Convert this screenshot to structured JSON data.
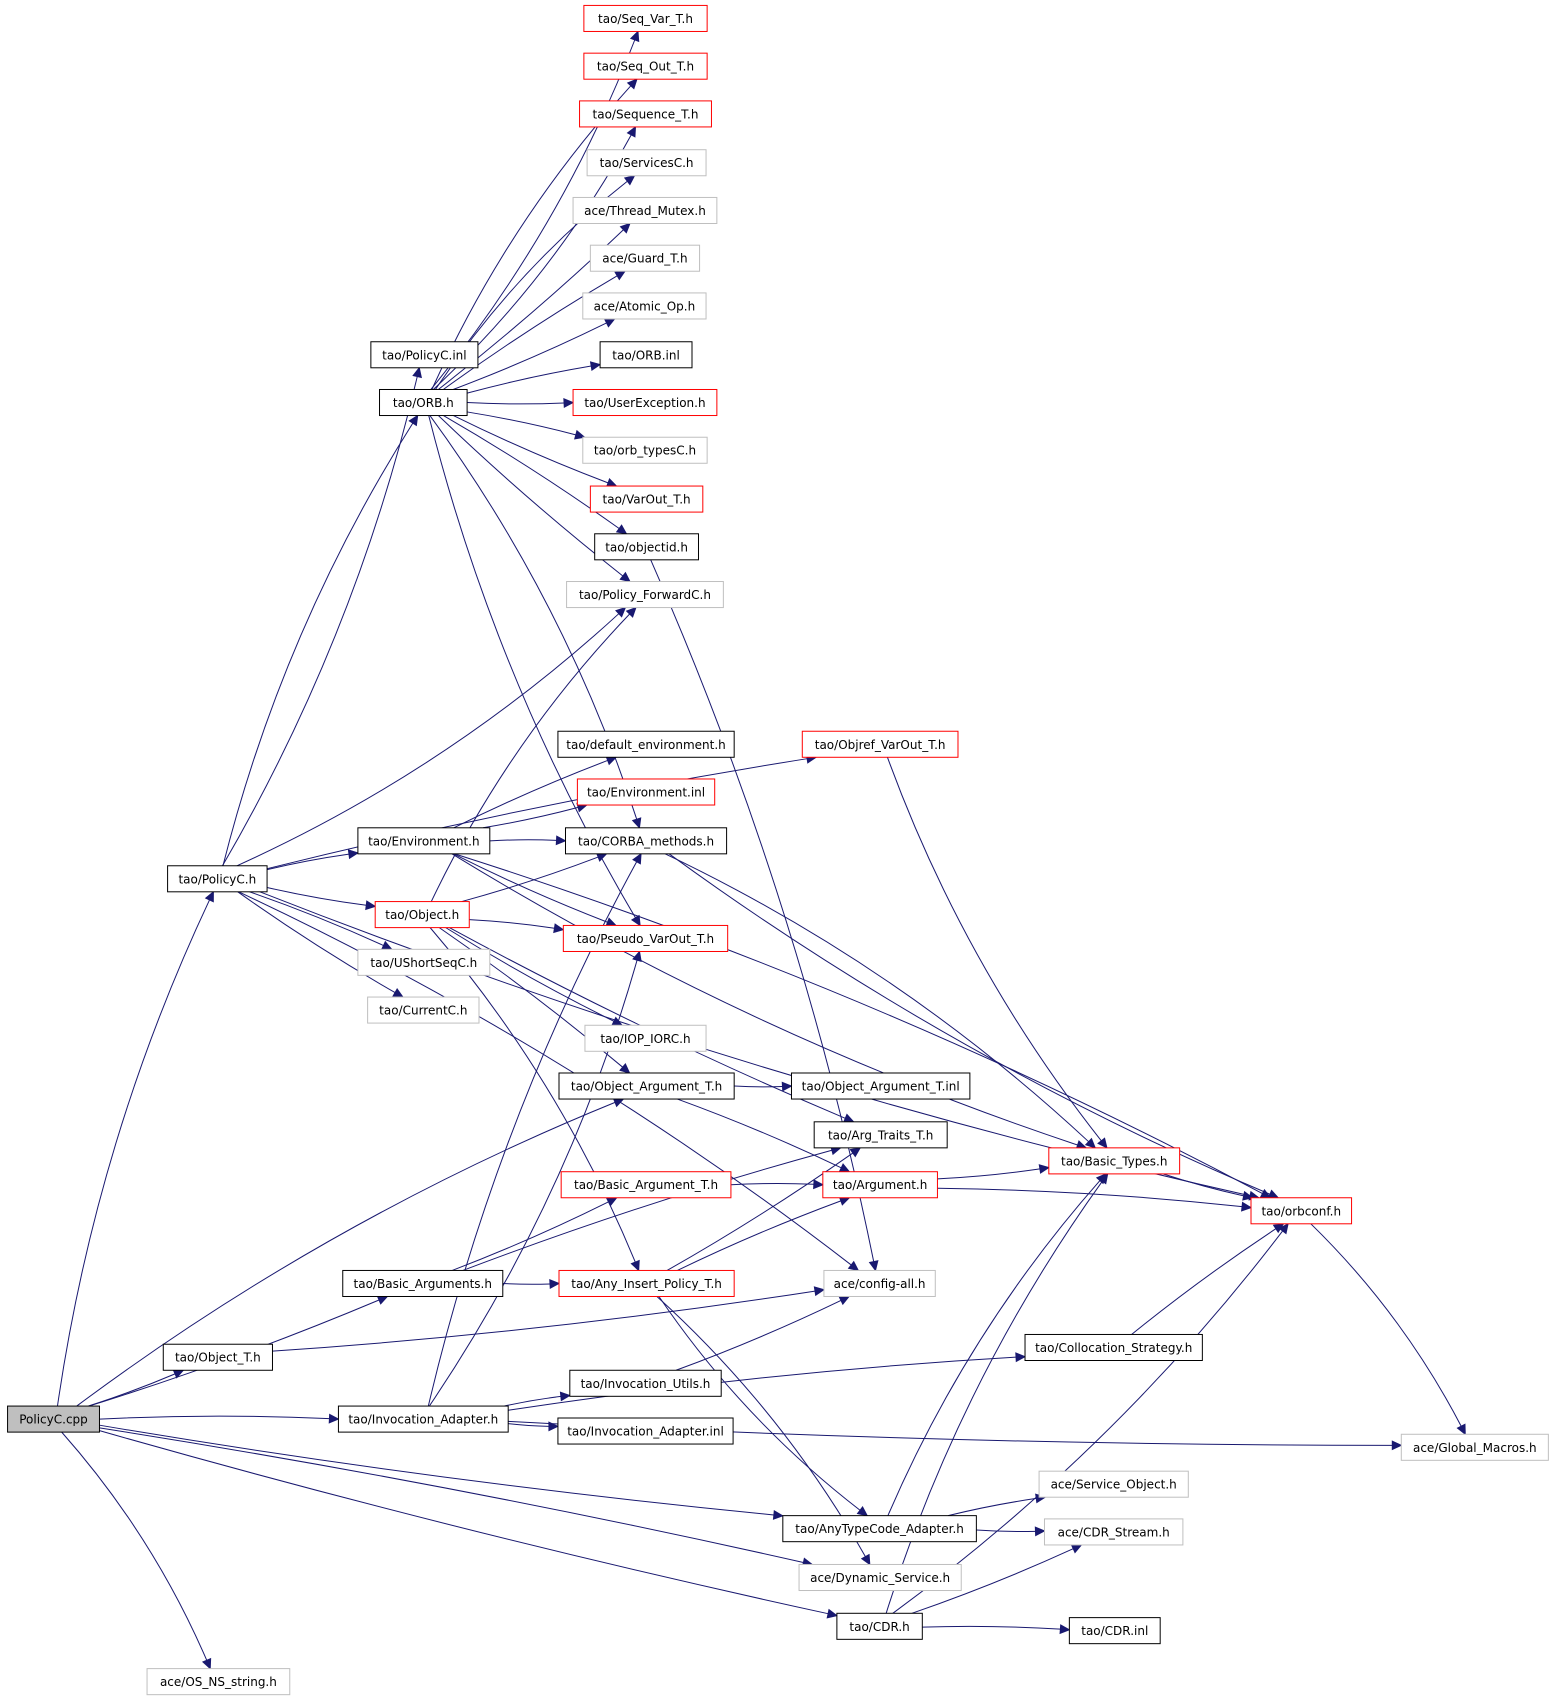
{
  "colors": {
    "edge": "#191970",
    "border_normal": "#000000",
    "border_truncated": "#ff0000",
    "border_external": "#bfbfbf",
    "root_fill": "#bfbfbf",
    "node_fill": "#ffffff"
  },
  "nodes": [
    {
      "id": "policyc_cpp",
      "label": "PolicyC.cpp",
      "kind": "root"
    },
    {
      "id": "policyc_h",
      "label": "tao/PolicyC.h",
      "kind": "normal"
    },
    {
      "id": "policyc_inl",
      "label": "tao/PolicyC.inl",
      "kind": "normal"
    },
    {
      "id": "orb_h",
      "label": "tao/ORB.h",
      "kind": "normal"
    },
    {
      "id": "seq_var",
      "label": "tao/Seq_Var_T.h",
      "kind": "truncated"
    },
    {
      "id": "seq_out",
      "label": "tao/Seq_Out_T.h",
      "kind": "truncated"
    },
    {
      "id": "sequence_t",
      "label": "tao/Sequence_T.h",
      "kind": "truncated"
    },
    {
      "id": "servicesc",
      "label": "tao/ServicesC.h",
      "kind": "external"
    },
    {
      "id": "thread_mutex",
      "label": "ace/Thread_Mutex.h",
      "kind": "external"
    },
    {
      "id": "guard_t",
      "label": "ace/Guard_T.h",
      "kind": "external"
    },
    {
      "id": "atomic_op",
      "label": "ace/Atomic_Op.h",
      "kind": "external"
    },
    {
      "id": "orb_inl",
      "label": "tao/ORB.inl",
      "kind": "normal"
    },
    {
      "id": "userexception",
      "label": "tao/UserException.h",
      "kind": "truncated"
    },
    {
      "id": "orb_typesc",
      "label": "tao/orb_typesC.h",
      "kind": "external"
    },
    {
      "id": "varout_t",
      "label": "tao/VarOut_T.h",
      "kind": "truncated"
    },
    {
      "id": "objectid",
      "label": "tao/objectid.h",
      "kind": "normal"
    },
    {
      "id": "policy_forwardc",
      "label": "tao/Policy_ForwardC.h",
      "kind": "external"
    },
    {
      "id": "objref_varout",
      "label": "tao/Objref_VarOut_T.h",
      "kind": "truncated"
    },
    {
      "id": "default_env",
      "label": "tao/default_environment.h",
      "kind": "normal"
    },
    {
      "id": "environment_inl",
      "label": "tao/Environment.inl",
      "kind": "truncated"
    },
    {
      "id": "environment_h",
      "label": "tao/Environment.h",
      "kind": "normal"
    },
    {
      "id": "corba_methods",
      "label": "tao/CORBA_methods.h",
      "kind": "normal"
    },
    {
      "id": "object_h",
      "label": "tao/Object.h",
      "kind": "truncated"
    },
    {
      "id": "pseudo_varout",
      "label": "tao/Pseudo_VarOut_T.h",
      "kind": "truncated"
    },
    {
      "id": "ushortseqc",
      "label": "tao/UShortSeqC.h",
      "kind": "external"
    },
    {
      "id": "currentc",
      "label": "tao/CurrentC.h",
      "kind": "external"
    },
    {
      "id": "iop_iorc",
      "label": "tao/IOP_IORC.h",
      "kind": "external"
    },
    {
      "id": "object_argument",
      "label": "tao/Object_Argument_T.h",
      "kind": "normal"
    },
    {
      "id": "object_argument_inl",
      "label": "tao/Object_Argument_T.inl",
      "kind": "normal"
    },
    {
      "id": "arg_traits",
      "label": "tao/Arg_Traits_T.h",
      "kind": "normal"
    },
    {
      "id": "basic_types",
      "label": "tao/Basic_Types.h",
      "kind": "truncated"
    },
    {
      "id": "basic_argument",
      "label": "tao/Basic_Argument_T.h",
      "kind": "truncated"
    },
    {
      "id": "argument_h",
      "label": "tao/Argument.h",
      "kind": "truncated"
    },
    {
      "id": "orbconf",
      "label": "tao/orbconf.h",
      "kind": "truncated"
    },
    {
      "id": "basic_arguments",
      "label": "tao/Basic_Arguments.h",
      "kind": "normal"
    },
    {
      "id": "any_insert",
      "label": "tao/Any_Insert_Policy_T.h",
      "kind": "truncated"
    },
    {
      "id": "config_all",
      "label": "ace/config-all.h",
      "kind": "external"
    },
    {
      "id": "object_t",
      "label": "tao/Object_T.h",
      "kind": "normal"
    },
    {
      "id": "collocation",
      "label": "tao/Collocation_Strategy.h",
      "kind": "normal"
    },
    {
      "id": "invocation_utils",
      "label": "tao/Invocation_Utils.h",
      "kind": "normal"
    },
    {
      "id": "invocation_adapter",
      "label": "tao/Invocation_Adapter.h",
      "kind": "normal"
    },
    {
      "id": "invocation_adapter_inl",
      "label": "tao/Invocation_Adapter.inl",
      "kind": "normal"
    },
    {
      "id": "global_macros",
      "label": "ace/Global_Macros.h",
      "kind": "external"
    },
    {
      "id": "service_object",
      "label": "ace/Service_Object.h",
      "kind": "external"
    },
    {
      "id": "anytypecode",
      "label": "tao/AnyTypeCode_Adapter.h",
      "kind": "normal"
    },
    {
      "id": "cdr_stream",
      "label": "ace/CDR_Stream.h",
      "kind": "external"
    },
    {
      "id": "dynamic_service",
      "label": "ace/Dynamic_Service.h",
      "kind": "external"
    },
    {
      "id": "cdr_h",
      "label": "tao/CDR.h",
      "kind": "normal"
    },
    {
      "id": "cdr_inl",
      "label": "tao/CDR.inl",
      "kind": "normal"
    },
    {
      "id": "os_ns_string",
      "label": "ace/OS_NS_string.h",
      "kind": "external"
    }
  ],
  "edges": [
    [
      "policyc_cpp",
      "policyc_h"
    ],
    [
      "policyc_cpp",
      "basic_arguments"
    ],
    [
      "policyc_cpp",
      "object_argument"
    ],
    [
      "policyc_cpp",
      "object_t"
    ],
    [
      "policyc_cpp",
      "invocation_adapter"
    ],
    [
      "policyc_cpp",
      "anytypecode"
    ],
    [
      "policyc_cpp",
      "dynamic_service"
    ],
    [
      "policyc_cpp",
      "cdr_h"
    ],
    [
      "policyc_cpp",
      "os_ns_string"
    ],
    [
      "policyc_h",
      "policyc_inl"
    ],
    [
      "policyc_h",
      "orb_h"
    ],
    [
      "policyc_h",
      "policy_forwardc"
    ],
    [
      "policyc_h",
      "objref_varout"
    ],
    [
      "policyc_h",
      "orbconf"
    ],
    [
      "policyc_h",
      "environment_h"
    ],
    [
      "policyc_h",
      "object_h"
    ],
    [
      "policyc_h",
      "ushortseqc"
    ],
    [
      "policyc_h",
      "currentc"
    ],
    [
      "policyc_h",
      "config_all"
    ],
    [
      "orb_h",
      "seq_var"
    ],
    [
      "orb_h",
      "seq_out"
    ],
    [
      "orb_h",
      "sequence_t"
    ],
    [
      "orb_h",
      "servicesc"
    ],
    [
      "orb_h",
      "thread_mutex"
    ],
    [
      "orb_h",
      "guard_t"
    ],
    [
      "orb_h",
      "atomic_op"
    ],
    [
      "orb_h",
      "orb_inl"
    ],
    [
      "orb_h",
      "userexception"
    ],
    [
      "orb_h",
      "orb_typesc"
    ],
    [
      "orb_h",
      "varout_t"
    ],
    [
      "orb_h",
      "objectid"
    ],
    [
      "orb_h",
      "policy_forwardc"
    ],
    [
      "orb_h",
      "corba_methods"
    ],
    [
      "orb_h",
      "pseudo_varout"
    ],
    [
      "objectid",
      "config_all"
    ],
    [
      "objref_varout",
      "basic_types"
    ],
    [
      "environment_h",
      "default_env"
    ],
    [
      "environment_h",
      "environment_inl"
    ],
    [
      "environment_h",
      "corba_methods"
    ],
    [
      "environment_h",
      "pseudo_varout"
    ],
    [
      "environment_h",
      "orbconf"
    ],
    [
      "environment_h",
      "basic_types"
    ],
    [
      "corba_methods",
      "basic_types"
    ],
    [
      "corba_methods",
      "orbconf"
    ],
    [
      "object_h",
      "policy_forwardc"
    ],
    [
      "object_h",
      "corba_methods"
    ],
    [
      "object_h",
      "pseudo_varout"
    ],
    [
      "object_h",
      "iop_iorc"
    ],
    [
      "object_h",
      "object_argument"
    ],
    [
      "object_h",
      "arg_traits"
    ],
    [
      "object_h",
      "any_insert"
    ],
    [
      "object_argument",
      "object_argument_inl"
    ],
    [
      "object_argument",
      "argument_h"
    ],
    [
      "basic_arguments",
      "basic_argument"
    ],
    [
      "basic_arguments",
      "arg_traits"
    ],
    [
      "basic_arguments",
      "any_insert"
    ],
    [
      "basic_argument",
      "argument_h"
    ],
    [
      "argument_h",
      "basic_types"
    ],
    [
      "argument_h",
      "orbconf"
    ],
    [
      "basic_types",
      "orbconf"
    ],
    [
      "orbconf",
      "global_macros"
    ],
    [
      "any_insert",
      "arg_traits"
    ],
    [
      "any_insert",
      "argument_h"
    ],
    [
      "any_insert",
      "anytypecode"
    ],
    [
      "any_insert",
      "dynamic_service"
    ],
    [
      "object_t",
      "config_all"
    ],
    [
      "collocation",
      "orbconf"
    ],
    [
      "invocation_utils",
      "config_all"
    ],
    [
      "invocation_adapter",
      "invocation_utils"
    ],
    [
      "invocation_adapter",
      "invocation_adapter_inl"
    ],
    [
      "invocation_adapter",
      "collocation"
    ],
    [
      "invocation_adapter",
      "pseudo_varout"
    ],
    [
      "invocation_adapter",
      "corba_methods"
    ],
    [
      "invocation_adapter",
      "global_macros"
    ],
    [
      "anytypecode",
      "service_object"
    ],
    [
      "anytypecode",
      "cdr_stream"
    ],
    [
      "anytypecode",
      "basic_types"
    ],
    [
      "cdr_h",
      "cdr_stream"
    ],
    [
      "cdr_h",
      "cdr_inl"
    ],
    [
      "cdr_h",
      "orbconf"
    ],
    [
      "cdr_h",
      "basic_types"
    ]
  ]
}
